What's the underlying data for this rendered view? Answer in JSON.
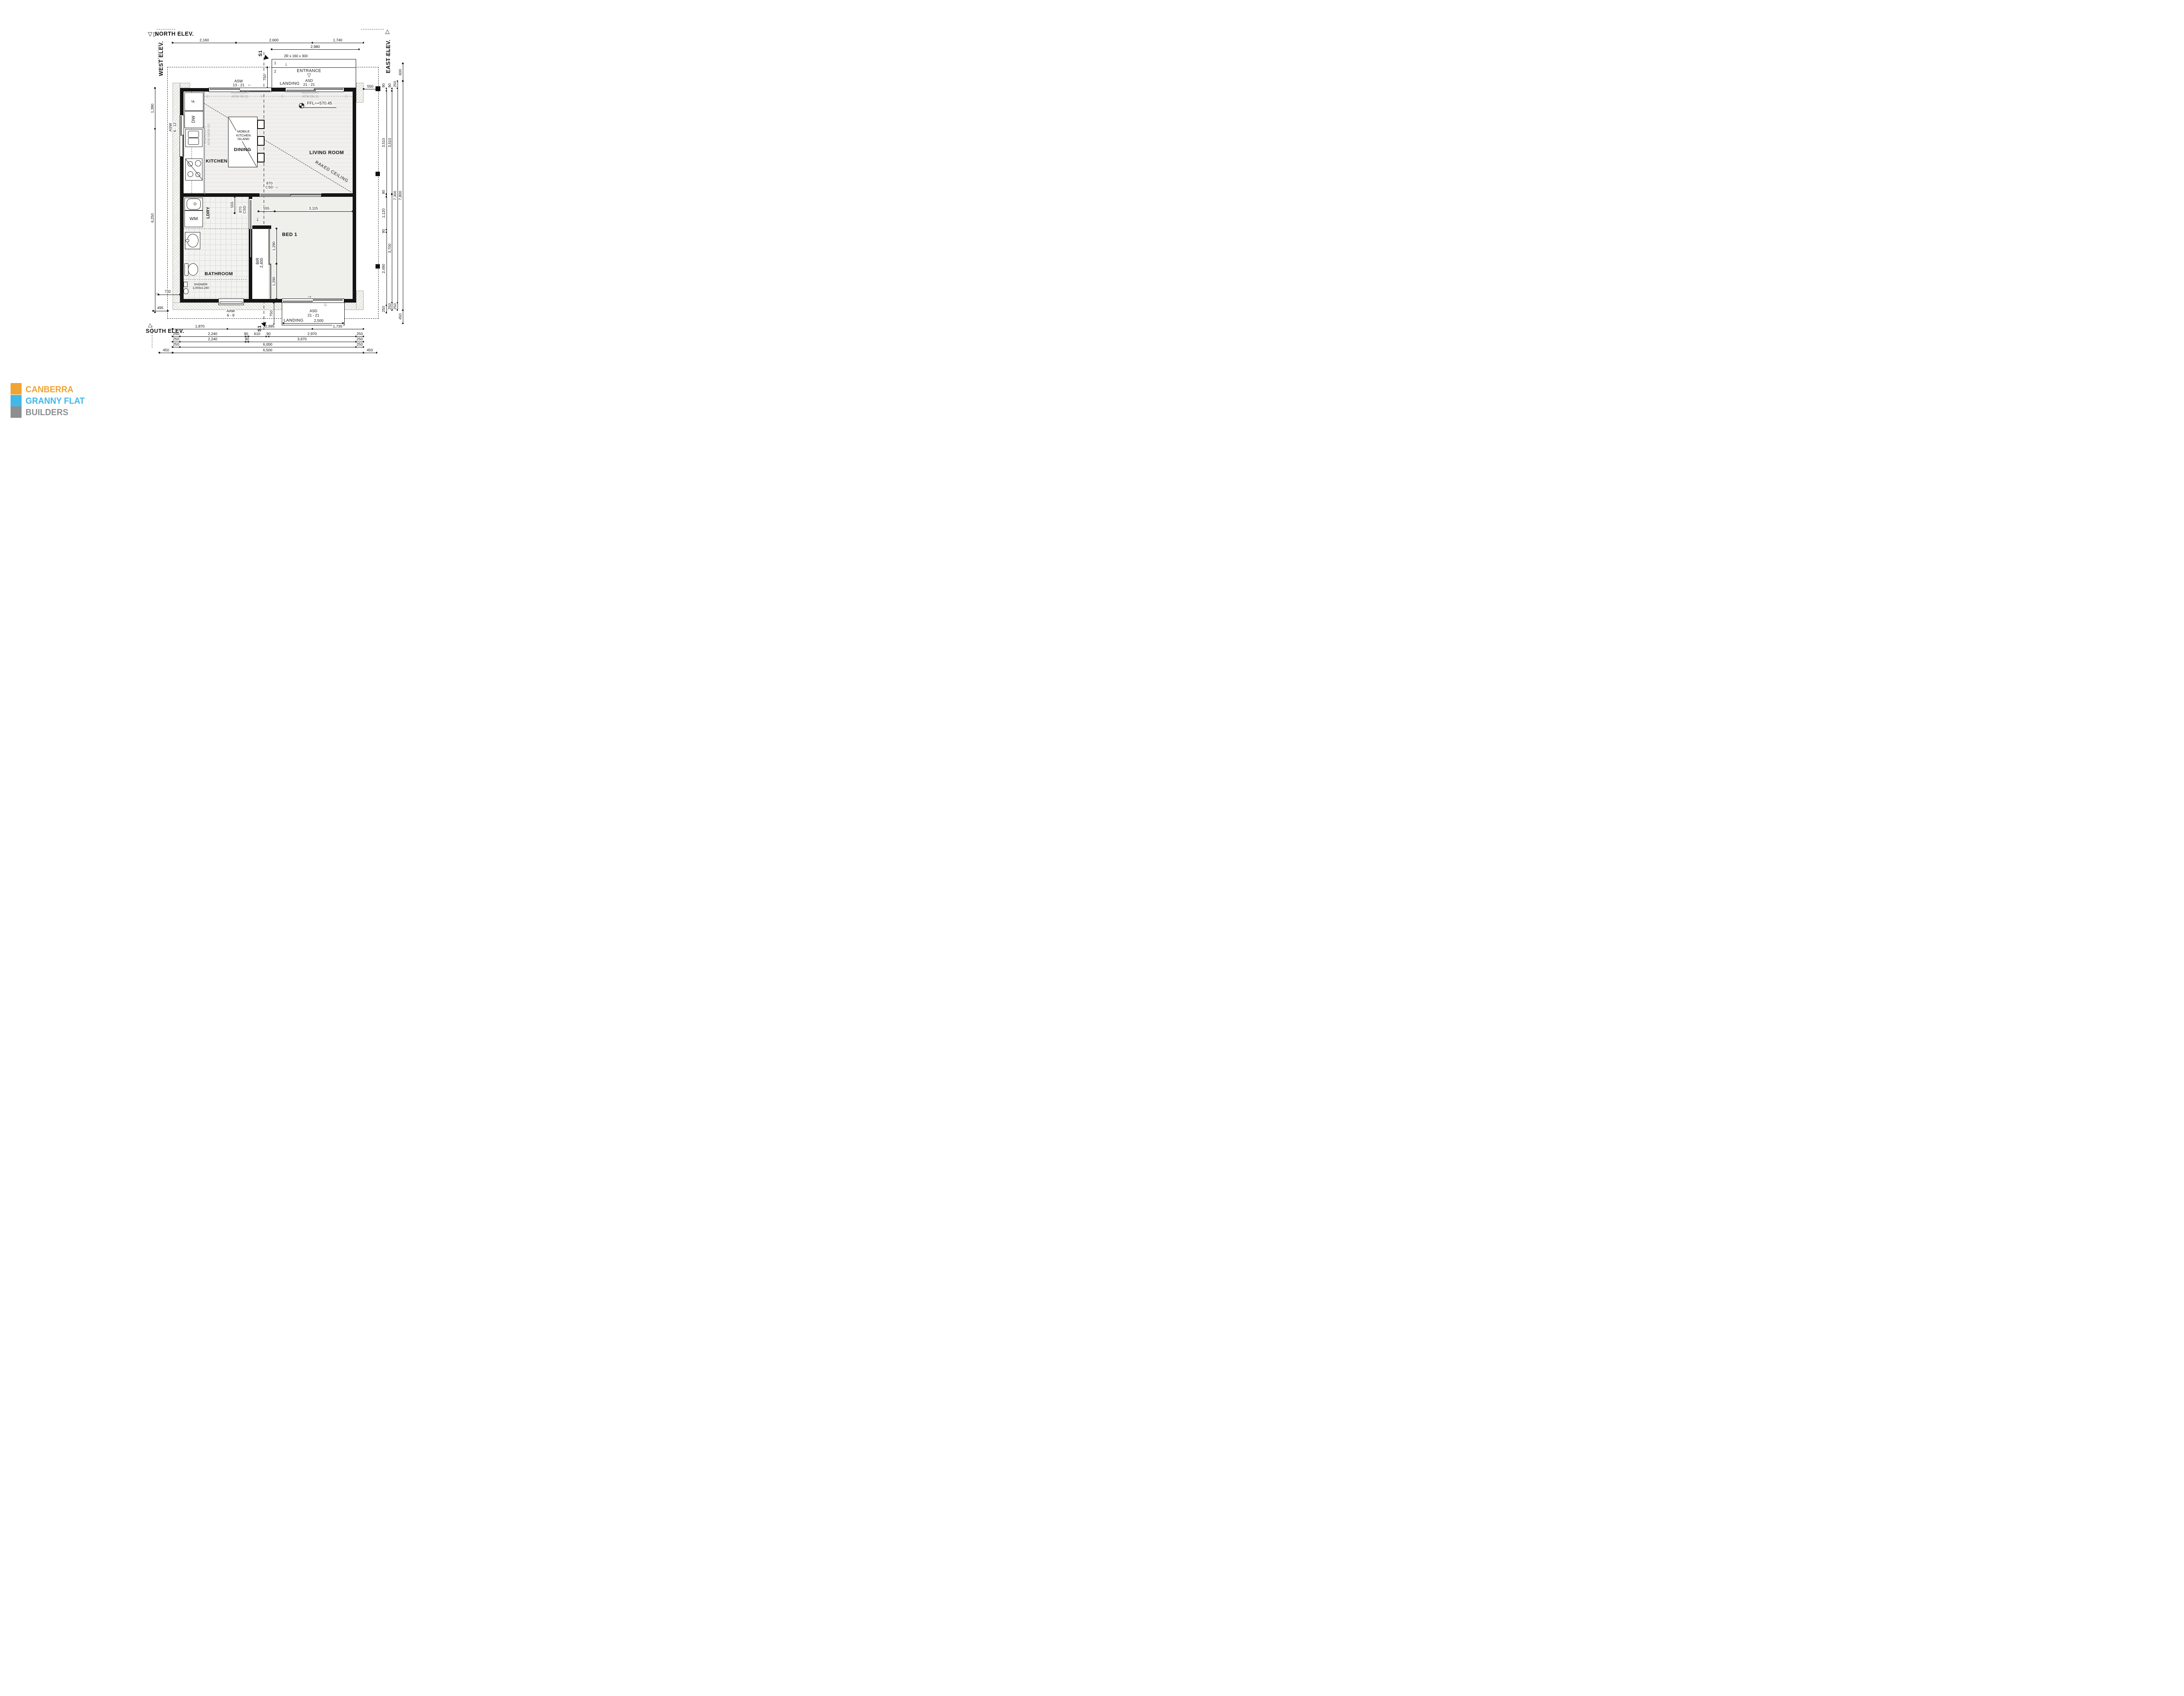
{
  "logo": {
    "line1": "CANBERRA",
    "line2": "GRANNY FLAT",
    "line3": "BUILDERS",
    "orange": "#F0A434",
    "blue": "#41B8E8",
    "gray": "#8E8F90"
  },
  "elev": {
    "north": "NORTH ELEV.",
    "west": "WEST ELEV.",
    "east": "EAST ELEV.",
    "south": "SOUTH ELEV."
  },
  "section": {
    "label": "S1"
  },
  "rooms": {
    "living": "LIVING ROOM",
    "dining": "DINING",
    "kitchen": "KITCHEN",
    "bed1": "BED 1",
    "bathroom": "BATHROOM",
    "ldry": "LDRY",
    "landing_top": "LANDING",
    "landing_bottom": "LANDING",
    "entrance": "ENTRANCE"
  },
  "fixtures": {
    "fridge": "F",
    "dishwasher": "DW",
    "washer": "WM"
  },
  "notes": {
    "stairs": "2R x 160 x 300",
    "step1": "1",
    "step2": "2",
    "ffl": "FFL=+570.45",
    "raked": "RAKED CEILING",
    "shower1": "SHOWER",
    "shower2": "1,000x2,240",
    "mki1": "MOBILE",
    "mki2": "KITCHEN",
    "mki3": "ISLAND",
    "hl1": "HIGHLIGHT",
    "hl2": "AFW 09-21",
    "hlv1": "HIGHLIGHT",
    "hlv2": "AFW 04/09-33"
  },
  "openings": {
    "asw_top1": "ASW",
    "asw_top2": "13 - 21",
    "asd_top1": "ASD",
    "asd_top2": "21 - 21",
    "asw_left1": "ASW",
    "asw_left2": "6 - 12",
    "aaw1": "AAW",
    "aaw2": "6 - 9",
    "asd_bot1": "ASD",
    "asd_bot2": "21 - 21",
    "csd_h1": "870",
    "csd_h2": "CSD",
    "csd_v1": "870",
    "csd_v2": "CSD",
    "bir": "BIR",
    "bir_size": "2,400"
  },
  "dims": {
    "top1": [
      "2,160",
      "2,600",
      "1,740"
    ],
    "top2": "2,980",
    "left": [
      "1,390",
      "6,250"
    ],
    "left2": [
      "732",
      "495"
    ],
    "right1": [
      "90",
      "3,510",
      "90",
      "1,120",
      "90",
      "2,490",
      "250"
    ],
    "right2": [
      "90",
      "3,510",
      "3,700",
      "250"
    ],
    "right3": [
      "250",
      "7,300",
      "250"
    ],
    "right4": [
      "600",
      "7,800",
      "450"
    ],
    "r550": "550",
    "land_top": "750",
    "land_bot750": "750",
    "land_bot2500": "2,500",
    "v555": "555",
    "h555": "555",
    "h3115": "3,115",
    "b1290a": "1,290",
    "b1290b": "1,290",
    "rowA": [
      "1,870",
      "2,895",
      "1,735"
    ],
    "rowB": [
      "250",
      "2,240",
      "90",
      "610",
      "90",
      "2,970",
      "250"
    ],
    "rowC": [
      "250",
      "2,240",
      "90",
      "3,670",
      "250"
    ],
    "rowD": [
      "250",
      "6,000",
      "250"
    ],
    "rowE": [
      "450",
      "6,500",
      "450"
    ]
  }
}
